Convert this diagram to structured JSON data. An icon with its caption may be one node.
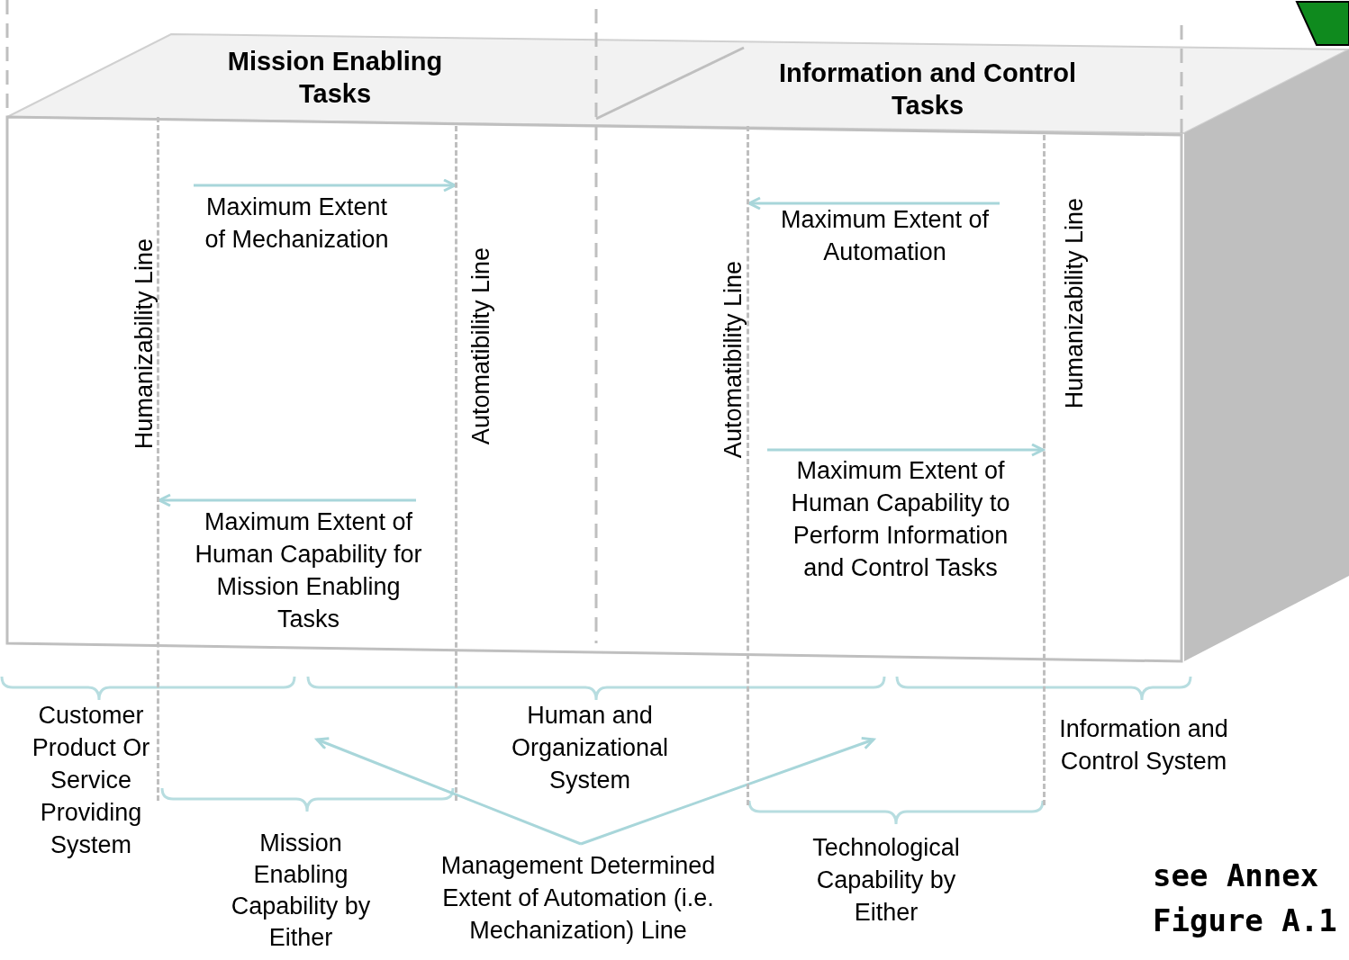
{
  "diagram": {
    "nodes": [
      {
        "text": [
          "Humanizability Line"
        ]
      },
      {
        "text": [
          "Automatibility Line"
        ]
      },
      {
        "text": [
          "Automatibility Line"
        ]
      },
      {
        "text": [
          "Humanizability Line"
        ]
      },
      {
        "text": [
          "Maximum Extent of Mechanization"
        ]
      },
      {
        "text": [
          "Maximum Extent of Human Capability for Mission Enabling Tasks"
        ]
      },
      {
        "text": [
          "Maximum Extent of Automation"
        ]
      },
      {
        "text": [
          "Maximum Extent of Human Capability to Perform Information and Control Tasks"
        ]
      },
      {
        "text": [
          "Management Determined Extent of Automation (i.e. Mechanization) Line"
        ]
      }
    ],
    "edges": [
      {
        "from": 4,
        "to": 1,
        "arrow": "to"
      },
      {
        "from": 5,
        "to": 0,
        "arrow": "to"
      },
      {
        "from": 6,
        "to": 2,
        "arrow": "to"
      },
      {
        "from": 7,
        "to": 3,
        "arrow": "to"
      },
      {
        "from": 8,
        "to": null,
        "arrow": "to"
      },
      {
        "from": 8,
        "to": null,
        "arrow": "to"
      }
    ],
    "labels": [
      "Mission Enabling Tasks",
      "Information and Control Tasks",
      "Customer Product Or Service Providing System",
      "Human and Organizational System",
      "Information and Control System",
      "Mission Enabling Capability by Either",
      "Technological Capability by Either",
      "see Annex Figure A.1"
    ]
  }
}
